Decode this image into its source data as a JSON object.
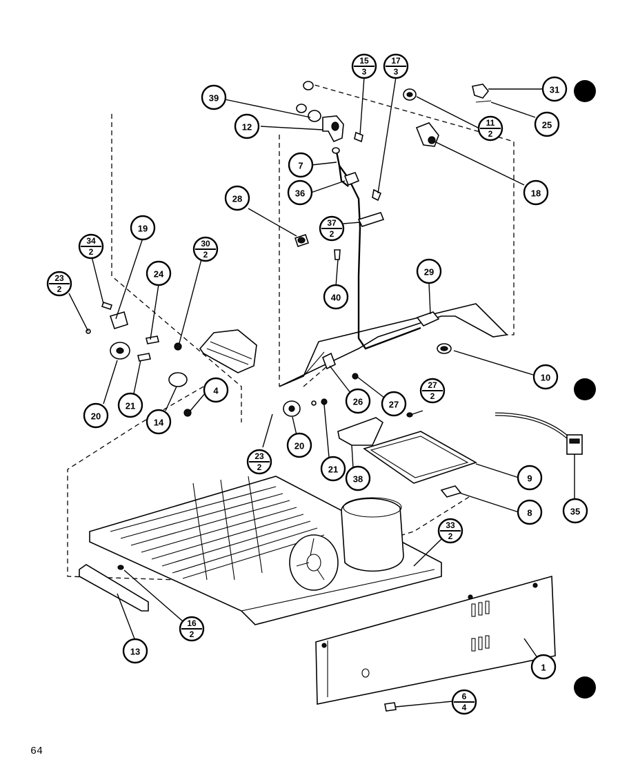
{
  "page": {
    "number": "64"
  },
  "callouts": [
    {
      "id": "c15-3",
      "top": "15",
      "bottom": "3"
    },
    {
      "id": "c17-3",
      "top": "17",
      "bottom": "3"
    },
    {
      "id": "c31",
      "label": "31"
    },
    {
      "id": "c39",
      "label": "39"
    },
    {
      "id": "c12",
      "label": "12"
    },
    {
      "id": "c11-2",
      "top": "11",
      "bottom": "2"
    },
    {
      "id": "c25a",
      "label": "25"
    },
    {
      "id": "c7",
      "label": "7"
    },
    {
      "id": "c36",
      "label": "36"
    },
    {
      "id": "c18",
      "label": "18"
    },
    {
      "id": "c28",
      "label": "28"
    },
    {
      "id": "c37-2",
      "top": "37",
      "bottom": "2"
    },
    {
      "id": "c19",
      "label": "19"
    },
    {
      "id": "c34-2",
      "top": "34",
      "bottom": "2"
    },
    {
      "id": "c30-2",
      "top": "30",
      "bottom": "2"
    },
    {
      "id": "c24",
      "label": "24"
    },
    {
      "id": "c23-2a",
      "top": "23",
      "bottom": "2"
    },
    {
      "id": "c40",
      "label": "40"
    },
    {
      "id": "c29",
      "label": "29"
    },
    {
      "id": "c10",
      "label": "10"
    },
    {
      "id": "c20a",
      "label": "20"
    },
    {
      "id": "c21a",
      "label": "21"
    },
    {
      "id": "c14",
      "label": "14"
    },
    {
      "id": "c4",
      "label": "4"
    },
    {
      "id": "c26",
      "label": "26"
    },
    {
      "id": "c27",
      "label": "27"
    },
    {
      "id": "c27-2",
      "top": "27",
      "bottom": "2"
    },
    {
      "id": "c23-2b",
      "top": "23",
      "bottom": "2"
    },
    {
      "id": "c20b",
      "label": "20"
    },
    {
      "id": "c21b",
      "label": "21"
    },
    {
      "id": "c38",
      "label": "38"
    },
    {
      "id": "c9",
      "label": "9"
    },
    {
      "id": "c35",
      "label": "35"
    },
    {
      "id": "c8",
      "label": "8"
    },
    {
      "id": "c33-2",
      "top": "33",
      "bottom": "2"
    },
    {
      "id": "c16-2",
      "top": "16",
      "bottom": "2"
    },
    {
      "id": "c13",
      "label": "13"
    },
    {
      "id": "c1",
      "label": "1"
    },
    {
      "id": "c6-4",
      "top": "6",
      "bottom": "4"
    }
  ]
}
